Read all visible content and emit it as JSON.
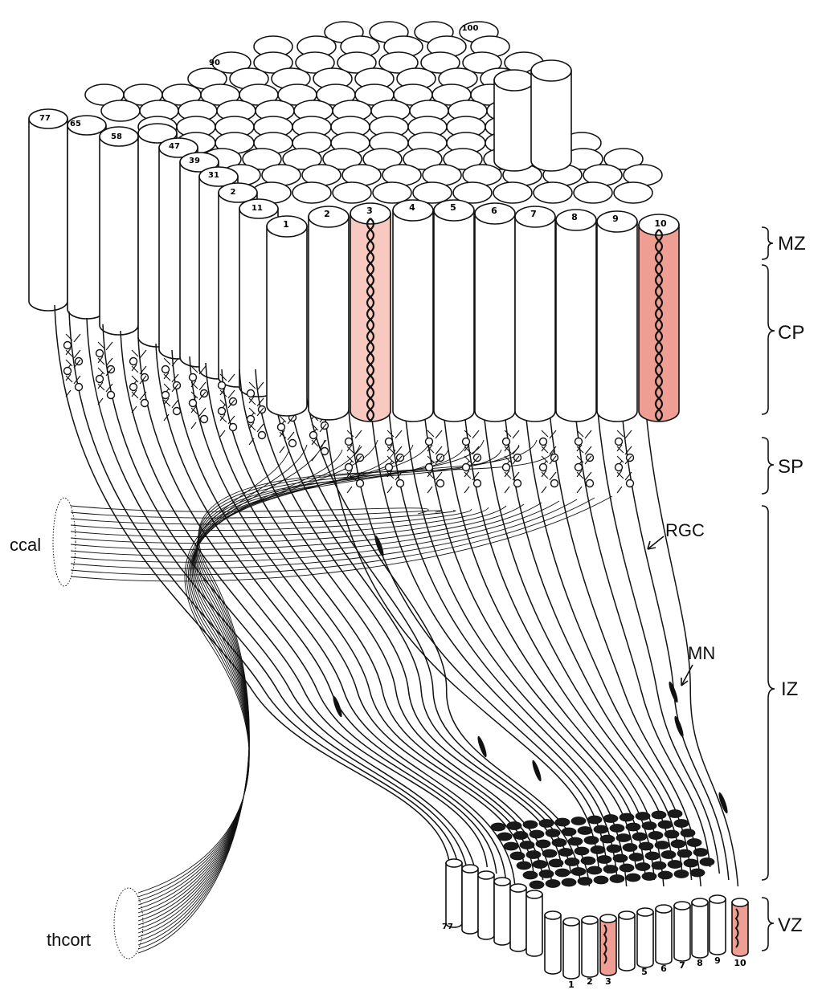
{
  "zones": {
    "mz": "MZ",
    "cp": "CP",
    "sp": "SP",
    "iz": "IZ",
    "vz": "VZ"
  },
  "annotations": {
    "ccal": "ccal",
    "thcort": "thcort",
    "rgc": "RGC",
    "mn": "MN"
  },
  "cp_front_column_numbers": [
    "1",
    "2",
    "3",
    "4",
    "5",
    "6",
    "7",
    "8",
    "9",
    "10"
  ],
  "cp_left_column_numbers": [
    "11",
    "2",
    "31",
    "39",
    "47",
    "58",
    "65",
    "77"
  ],
  "cp_top_column_numbers": [
    "90",
    "100"
  ],
  "vz_column_numbers": [
    "1",
    "2",
    "3",
    "5",
    "6",
    "7",
    "8",
    "9",
    "10"
  ],
  "vz_corner_number": "77",
  "colors": {
    "highlight_light": "#f7c9c0",
    "highlight_dark": "#ee9e92",
    "stroke": "#111111",
    "fill": "#ffffff"
  }
}
